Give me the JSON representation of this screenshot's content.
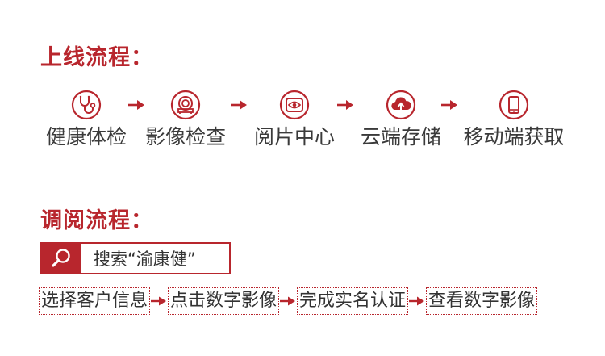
{
  "colors": {
    "accent": "#b8262d",
    "text": "#333333"
  },
  "online": {
    "title": "上线流程：",
    "steps": [
      {
        "label": "健康体检",
        "icon": "stethoscope-icon"
      },
      {
        "label": "影像检查",
        "icon": "scanner-icon"
      },
      {
        "label": "阅片中心",
        "icon": "eye-icon"
      },
      {
        "label": "云端存储",
        "icon": "cloud-upload-icon"
      },
      {
        "label": "移动端获取",
        "icon": "mobile-phone-icon"
      }
    ]
  },
  "review": {
    "title": "调阅流程：",
    "search_text": "搜索“渝康健”",
    "search_icon": "magnifier-icon",
    "steps": [
      {
        "label": "选择客户信息"
      },
      {
        "label": "点击数字影像"
      },
      {
        "label": "完成实名认证"
      },
      {
        "label": "查看数字影像"
      }
    ]
  }
}
